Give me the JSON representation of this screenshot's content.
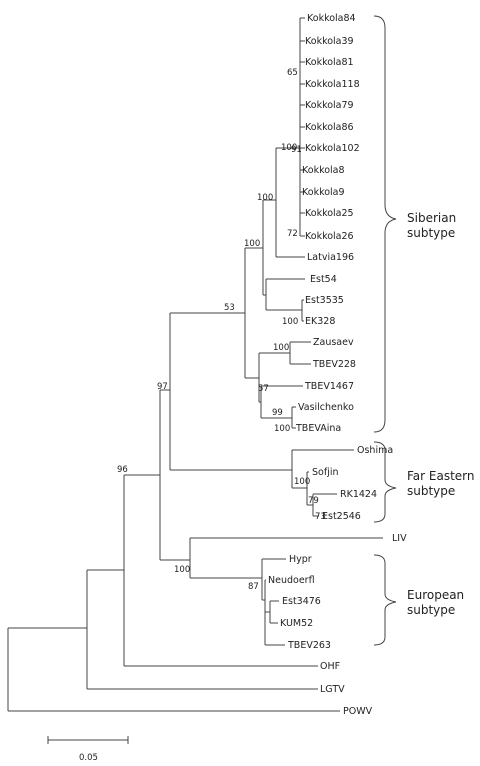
{
  "taxa": [
    "Kokkola84",
    "Kokkola39",
    "Kokkola81",
    "Kokkola118",
    "Kokkola79",
    "Kokkola86",
    "Kokkola102",
    "Kokkola8",
    "Kokkola9",
    "Kokkola25",
    "Kokkola26",
    "Latvia196",
    "Est54",
    "Est3535",
    "EK328",
    "Zausaev",
    "TBEV228",
    "TBEV1467",
    "Vasilchenko",
    "TBEVAina",
    "Oshima",
    "Sofjin",
    "RK1424",
    "Est2546",
    "LIV",
    "Hypr",
    "Neudoerfl",
    "Est3476",
    "KUM52",
    "TBEV263",
    "OHF",
    "LGTV",
    "POWV"
  ],
  "bootstrap": [
    "65",
    "100",
    "91",
    "100",
    "72",
    "100",
    "100",
    "100",
    "57",
    "99",
    "100",
    "53",
    "100",
    "79",
    "73",
    "97",
    "96",
    "100",
    "87"
  ],
  "clades": [
    "Siberian subtype",
    "Far Eastern subtype",
    "European subtype"
  ],
  "scale_bar": {
    "label": "0.05"
  }
}
